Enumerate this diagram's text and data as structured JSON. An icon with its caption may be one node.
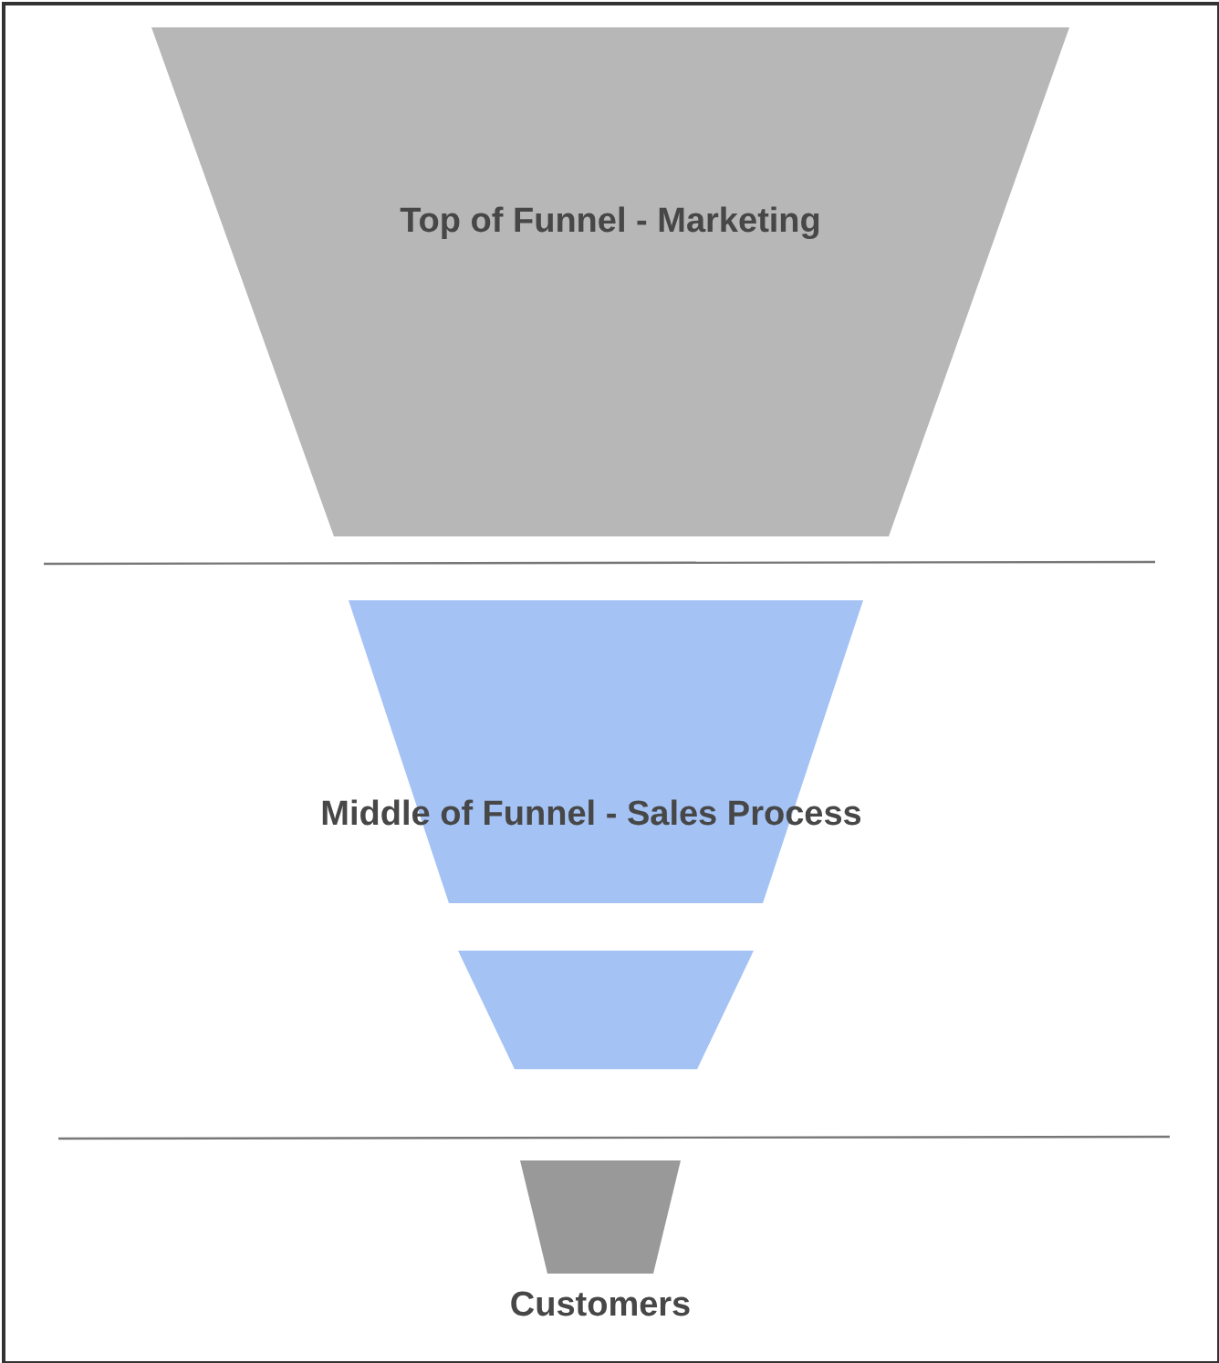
{
  "diagram": {
    "nodes": [
      {
        "text": [
          "Top of Funnel - Marketing"
        ]
      },
      {
        "text": [
          "Middle of Funnel - Sales Process"
        ]
      },
      {
        "text": [],
        "shape": "trapezoid"
      },
      {
        "text": [],
        "shape": "trapezoid",
        "beside": [
          "Customers"
        ]
      }
    ]
  }
}
